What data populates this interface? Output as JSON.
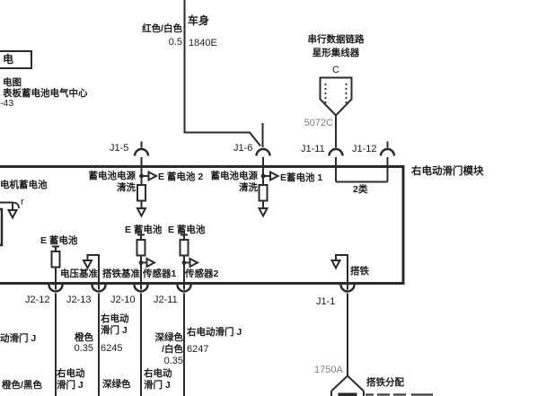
{
  "palette": {
    "line": "#2b2b2b",
    "text": "#1c1c1c",
    "muted": "#7e7e7e",
    "bg": "#ffffff"
  },
  "top_left": {
    "box_label": "电",
    "notes": [
      "电图",
      "表板蓄电池电气中心",
      "-43"
    ]
  },
  "body_feed": {
    "color": "红色/白色",
    "gauge": "0.5",
    "dest": "车身",
    "circuit": "1840E"
  },
  "star_hub": {
    "line1": "串行数据链路",
    "line2": "星形集线器",
    "letter": "C",
    "connector": "5072C"
  },
  "module": {
    "name": "右电动滑门模块",
    "internal_battery_label": "电机蓄电池",
    "internal_battery_pin": "r",
    "top_pins": [
      "J1-5",
      "J1-6",
      "J1-11",
      "J1-12"
    ],
    "bottom_pins": [
      "J2-12",
      "J2-13",
      "J2-10",
      "J2-11"
    ],
    "ground_pin": "J1-1",
    "labels": {
      "batt_power": "蓄电池电源",
      "wash": "清洗",
      "e_batt_2": "E 蓄电池 2",
      "e_batt_1": "E蓄电池 1",
      "class2": "2类",
      "e_batt": "E 蓄电池",
      "volt_ref": "电压基准",
      "ground_ref": "搭铁基准",
      "sensor1": "传感器1",
      "sensor2": "传感器2",
      "ground": "搭铁"
    }
  },
  "bottom_wires": {
    "w1": {
      "dest_partial": "动滑门 J",
      "color": "橙色/黑色",
      "dest2_line1": "右电动",
      "dest2_line2": "滑门 J"
    },
    "w2": {
      "color": "橙色",
      "gauge": "0.35",
      "dest_line1": "右电动",
      "dest_line2": "滑门 J",
      "circuit": "6245"
    },
    "w3": {
      "color": "深绿色",
      "dest_line1": "右电动",
      "dest_line2": "滑门 J"
    },
    "w4": {
      "color_line1": "深绿色",
      "color_line2": "/白色",
      "gauge": "0.35",
      "dest": "右电动滑门 J",
      "circuit": "6247"
    }
  },
  "ground_run": {
    "circuit": "1750A",
    "label": "搭铁分配"
  }
}
